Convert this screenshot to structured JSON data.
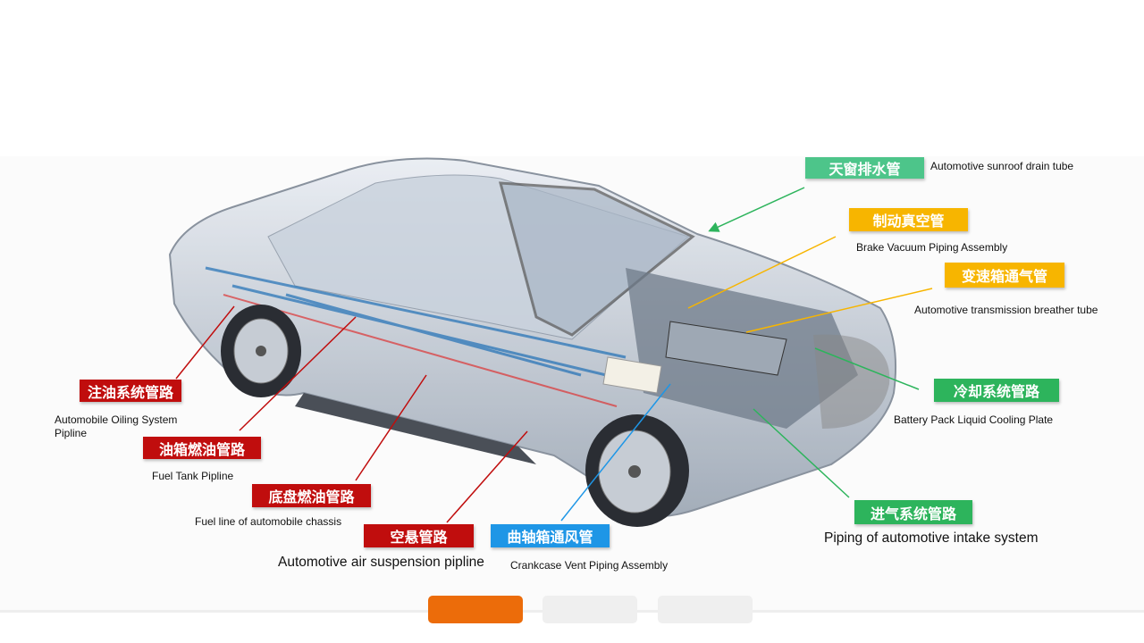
{
  "labels": {
    "sunroof": {
      "zh": "天窗排水管",
      "en": "Automotive sunroof drain tube"
    },
    "brake": {
      "zh": "制动真空管",
      "en": "Brake Vacuum Piping Assembly"
    },
    "transmission": {
      "zh": "变速箱通气管",
      "en": "Automotive transmission breather tube"
    },
    "cooling": {
      "zh": "冷却系统管路",
      "en": "Battery Pack Liquid Cooling Plate"
    },
    "intake": {
      "zh": "进气系统管路",
      "en": "Piping of automotive intake system"
    },
    "oiling": {
      "zh": "注油系统管路",
      "en": "Automobile Oiling System Pipline"
    },
    "fuel_tank": {
      "zh": "油箱燃油管路",
      "en": "Fuel Tank Pipline"
    },
    "chassis": {
      "zh": "底盘燃油管路",
      "en": "Fuel line of automobile chassis"
    },
    "suspension": {
      "zh": "空悬管路",
      "en": "Automotive air suspension pipline"
    },
    "crankcase": {
      "zh": "曲轴箱通风管",
      "en": "Crankcase Vent Piping Assembly"
    }
  },
  "pagination": {
    "pages": 3,
    "active": 1
  },
  "colors": {
    "red": "#c00d0d",
    "green": "#2db45c",
    "yellow": "#f7b500",
    "blue": "#1e96e6",
    "accent": "#ec6c0a"
  }
}
